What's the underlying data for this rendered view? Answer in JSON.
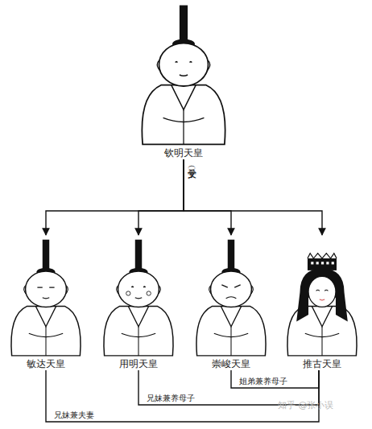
{
  "diagram": {
    "nodes": [
      {
        "text": [
          "钦明天皇"
        ]
      },
      {
        "text": [
          "敏达天皇"
        ]
      },
      {
        "text": [
          "用明天皇"
        ]
      },
      {
        "text": [
          "崇峻天皇"
        ]
      },
      {
        "text": [
          "推古天皇"
        ]
      }
    ],
    "edges": [
      {
        "from": 0,
        "to": 1,
        "arrow": "to"
      },
      {
        "from": 0,
        "to": 2,
        "arrow": "to"
      },
      {
        "from": 0,
        "to": 3,
        "arrow": "to"
      },
      {
        "from": 0,
        "to": 4,
        "arrow": "to"
      },
      {
        "from": 4,
        "to": 1,
        "label": "兄妹兼夫妻",
        "arrow": "none"
      },
      {
        "from": 4,
        "to": 2,
        "label": "兄妹兼养母子",
        "arrow": "none"
      },
      {
        "from": 4,
        "to": 3,
        "label": "姐弟兼养母子",
        "arrow": "none"
      }
    ],
    "labels": [
      "父子（女）",
      "知乎 @张小误"
    ]
  }
}
